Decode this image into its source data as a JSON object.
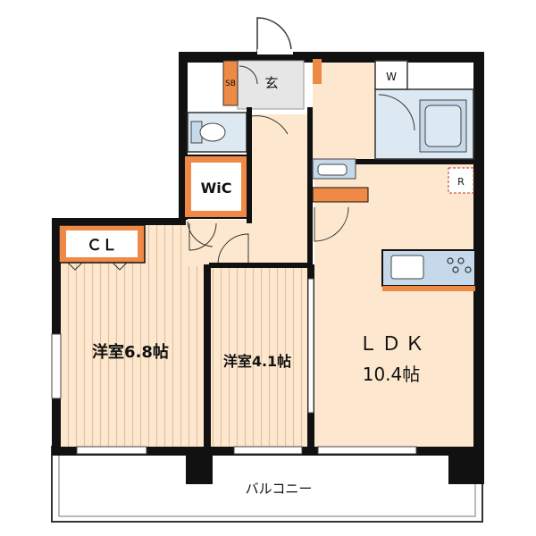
{
  "rooms": {
    "entrance": "玄",
    "sb": "SB",
    "wm": "W",
    "wic": "WiC",
    "cl": "ＣＬ",
    "fridge": "R",
    "bedroom1": "洋室6.8帖",
    "bedroom2": "洋室4.1帖",
    "ldk_name": "ＬＤＫ",
    "ldk_size": "10.4帖",
    "balcony": "バルコニー"
  },
  "colors": {
    "wall": "#111111",
    "floor_wood": "#fde8cf",
    "floor_stripe": "#e6c9a6",
    "wet_area": "#dde9f2",
    "storage_orange": "#ee8a45",
    "entrance_floor": "#e8e8e8",
    "appliance": "#c5d9ea",
    "balcony": "#ffffff"
  }
}
